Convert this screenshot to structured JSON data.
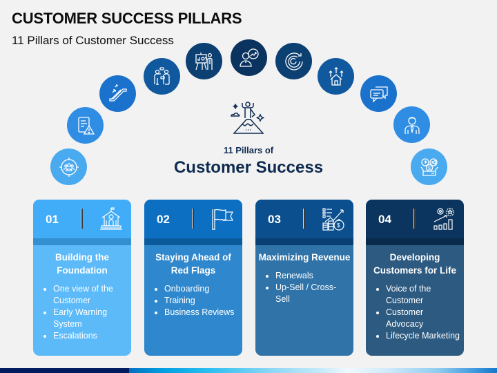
{
  "header": {
    "title": "CUSTOMER SUCCESS PILLARS",
    "subtitle": "11 Pillars of Customer Success"
  },
  "pillar_icons": [
    {
      "icon": "customer-focus-icon",
      "color": "#4aaaf0"
    },
    {
      "icon": "document-warning-icon",
      "color": "#2f8de4"
    },
    {
      "icon": "escalator-icon",
      "color": "#1a72cc"
    },
    {
      "icon": "people-conversation-icon",
      "color": "#11599f"
    },
    {
      "icon": "presentation-icon",
      "color": "#0c3f72"
    },
    {
      "icon": "user-growth-icon",
      "color": "#0b3360"
    },
    {
      "icon": "renewal-cycle-icon",
      "color": "#0c3f72"
    },
    {
      "icon": "home-growth-icon",
      "color": "#11599f"
    },
    {
      "icon": "chat-bubbles-icon",
      "color": "#1a72cc"
    },
    {
      "icon": "businessman-icon",
      "color": "#2f8de4"
    },
    {
      "icon": "marketing-box-icon",
      "color": "#4aaaf0"
    }
  ],
  "center": {
    "icon": "summit-success-icon",
    "subtitle": "11 Pillars of",
    "title": "Customer Success"
  },
  "cards": [
    {
      "number": "01",
      "icon": "school-building-icon",
      "title": "Building the Foundation",
      "colors": {
        "head": "#41acf7",
        "stripe": "#348fd0",
        "body": "#5cbaf9"
      },
      "items": [
        "One view of the Customer",
        "Early Warning System",
        "Escalations"
      ]
    },
    {
      "number": "02",
      "icon": "flag-icon",
      "title": "Staying Ahead of Red Flags",
      "colors": {
        "head": "#0d6fc2",
        "stripe": "#0a5a9c",
        "body": "#2f88cd"
      },
      "items": [
        "Onboarding",
        "Training",
        "Business Reviews"
      ]
    },
    {
      "number": "03",
      "icon": "revenue-growth-icon",
      "title": "Maximizing Revenue",
      "colors": {
        "head": "#0b4f8f",
        "stripe": "#093f73",
        "body": "#2f73a8"
      },
      "items": [
        "Renewals",
        "Up-Sell / Cross-Sell"
      ]
    },
    {
      "number": "04",
      "icon": "growth-chart-settings-icon",
      "title": "Developing Customers for Life",
      "colors": {
        "head": "#0b355f",
        "stripe": "#0a2a4c",
        "body": "#2d5a80"
      },
      "items": [
        "Voice of the Customer",
        "Customer Advocacy",
        "Lifecycle Marketing"
      ]
    }
  ]
}
